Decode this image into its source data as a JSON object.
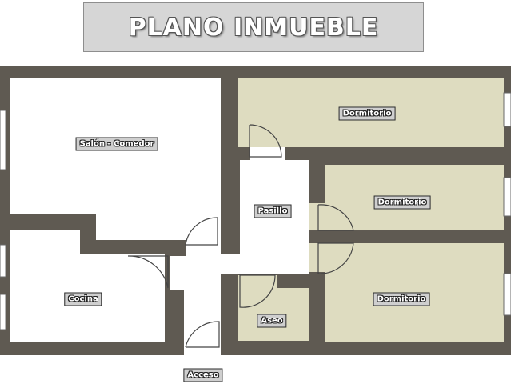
{
  "title": "PLANO INMUEBLE",
  "rooms": {
    "salon": "Salón - Comedor",
    "dormitorio_1": "Dormitorio",
    "dormitorio_2": "Dormitorio",
    "dormitorio_3": "Dormitorio",
    "pasillo": "Pasillo",
    "cocina": "Cocina",
    "aseo": "Aseo",
    "acceso": "Acceso"
  },
  "colors": {
    "wall": "#5f5a52",
    "bedroom_floor": "#dedcc0",
    "label_bg": "#cfcfcf"
  }
}
